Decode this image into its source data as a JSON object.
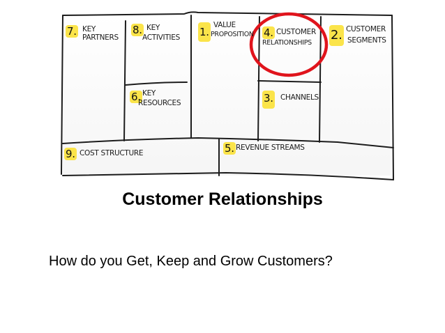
{
  "canvas": {
    "blocks": [
      {
        "number": "7.",
        "line1": "KEY",
        "line2": "PARTNERS"
      },
      {
        "number": "8.",
        "line1": "KEY",
        "line2": "ACTIVITIES"
      },
      {
        "number": "6.",
        "line1": "KEY",
        "line2": "RESOURCES"
      },
      {
        "number": "1.",
        "line1": "VALUE",
        "line2": "PROPOSITION"
      },
      {
        "number": "4.",
        "line1": "CUSTOMER",
        "line2": "RELATIONSHIPS"
      },
      {
        "number": "3.",
        "line1": "CHANNELS",
        "line2": ""
      },
      {
        "number": "2.",
        "line1": "CUSTOMER",
        "line2": "SEGMENTS"
      },
      {
        "number": "9.",
        "line1": "COST STRUCTURE",
        "line2": ""
      },
      {
        "number": "5.",
        "line1": "REVENUE STREAMS",
        "line2": ""
      }
    ],
    "highlighted_block": "CUSTOMER RELATIONSHIPS",
    "highlight_color": "#e0141c",
    "number_marker_color": "#fbe44a"
  },
  "slide": {
    "title": "Customer Relationships",
    "subtitle": "How do you Get, Keep and Grow Customers?"
  }
}
